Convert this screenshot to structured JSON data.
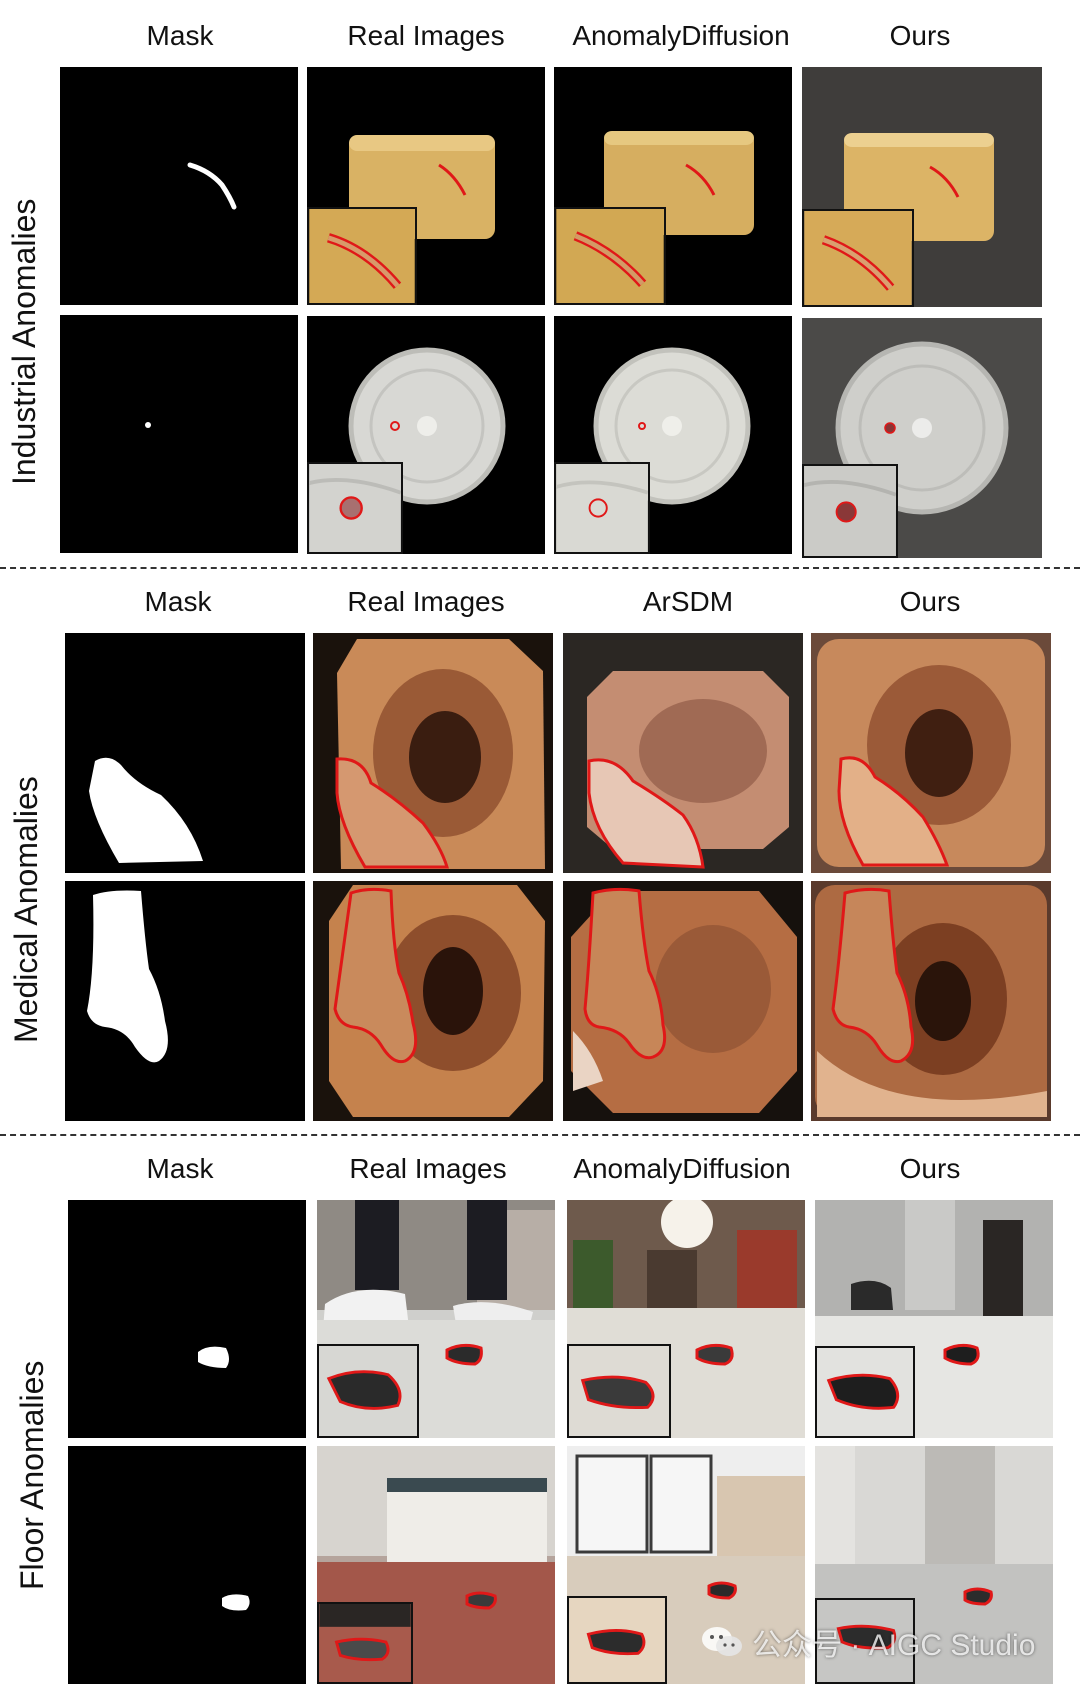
{
  "sections": [
    {
      "label": "Industrial Anomalies",
      "columns": [
        "Mask",
        "Real Images",
        "AnomalyDiffusion",
        "Ours"
      ]
    },
    {
      "label": "Medical Anomalies",
      "columns": [
        "Mask",
        "Real Images",
        "ArSDM",
        "Ours"
      ]
    },
    {
      "label": "Floor Anomalies",
      "columns": [
        "Mask",
        "Real Images",
        "AnomalyDiffusion",
        "Ours"
      ]
    }
  ],
  "watermark": {
    "text": "公众号 · AIGC Studio",
    "icon": "wechat-icon"
  },
  "colors": {
    "highlight": "#e01818",
    "mask_bg": "#000000",
    "mask_fg": "#ffffff"
  }
}
